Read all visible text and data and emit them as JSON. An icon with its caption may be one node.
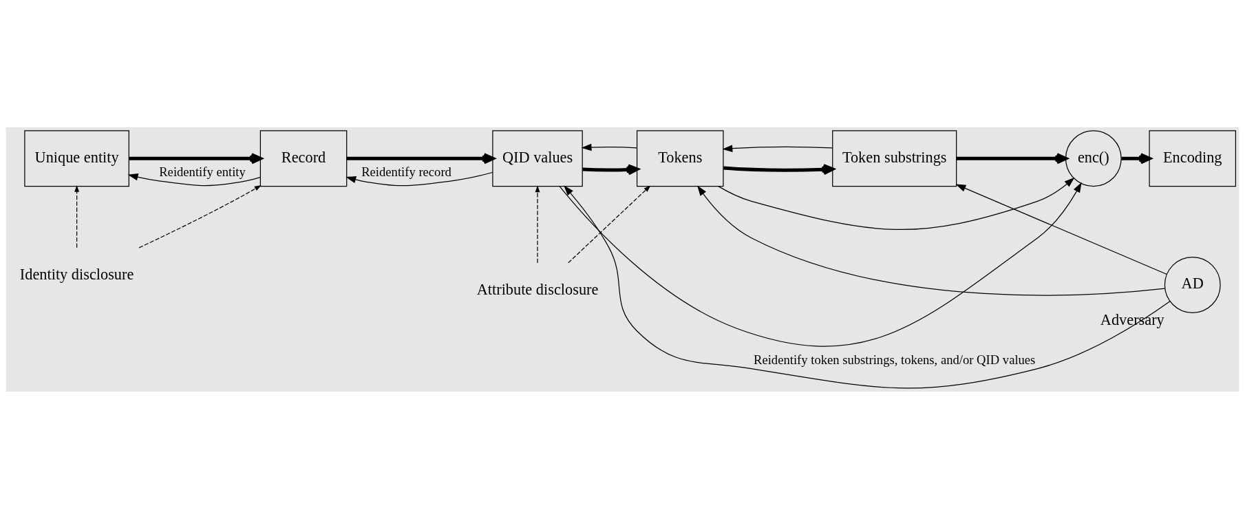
{
  "diagram": {
    "nodes": [
      {
        "text": [
          "Unique entity"
        ]
      },
      {
        "text": [
          "Record"
        ]
      },
      {
        "text": [
          "QID values"
        ]
      },
      {
        "text": [
          "Tokens"
        ]
      },
      {
        "text": [
          "Token substrings"
        ]
      },
      {
        "text": [
          "enc()"
        ]
      },
      {
        "text": [
          "Encoding"
        ]
      },
      {
        "text": [
          "AD"
        ],
        "beside": [
          "Adversary"
        ]
      },
      {
        "text": [
          "Identity disclosure"
        ]
      },
      {
        "text": [
          "Attribute disclosure"
        ]
      }
    ],
    "edges": [
      {
        "from": 0,
        "to": 1,
        "arrow": "to",
        "style": "thick"
      },
      {
        "from": 1,
        "to": 2,
        "arrow": "to",
        "style": "thick"
      },
      {
        "from": 2,
        "to": 3,
        "arrow": "to",
        "style": "thick"
      },
      {
        "from": 3,
        "to": 4,
        "arrow": "to",
        "style": "thick"
      },
      {
        "from": 4,
        "to": 5,
        "arrow": "to",
        "style": "thick"
      },
      {
        "from": 5,
        "to": 6,
        "arrow": "to",
        "style": "thick"
      },
      {
        "from": 2,
        "to": 5,
        "arrow": "to"
      },
      {
        "from": 3,
        "to": 5,
        "arrow": "to"
      },
      {
        "from": 8,
        "to": 0,
        "arrow": "to",
        "style": "dashed"
      },
      {
        "from": 8,
        "to": 1,
        "arrow": "to",
        "style": "dashed"
      },
      {
        "from": 9,
        "to": 2,
        "arrow": "to",
        "style": "dashed"
      },
      {
        "from": 9,
        "to": 3,
        "arrow": "to",
        "style": "dashed"
      },
      {
        "from": 1,
        "to": 0,
        "arrow": "to",
        "label": "Reidentify entity"
      },
      {
        "from": 2,
        "to": 1,
        "arrow": "to",
        "label": "Reidentify record"
      },
      {
        "from": 3,
        "to": 2,
        "arrow": "to"
      },
      {
        "from": 4,
        "to": 3,
        "arrow": "to"
      },
      {
        "from": 7,
        "to": 4,
        "arrow": "to"
      },
      {
        "from": 7,
        "to": 3,
        "arrow": "to"
      },
      {
        "from": 7,
        "to": 2,
        "arrow": "to",
        "label": "Reidentify token substrings, tokens, and/or QID values"
      }
    ]
  }
}
